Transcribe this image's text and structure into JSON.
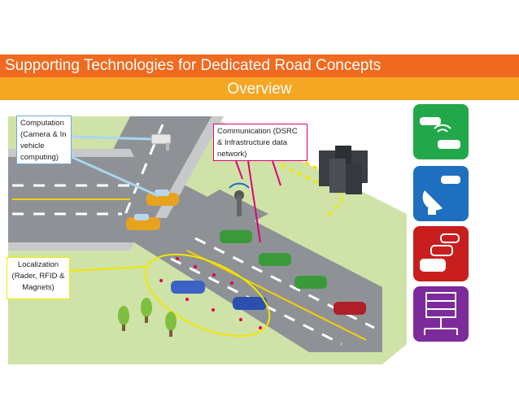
{
  "header": {
    "title": "Supporting Technologies for Dedicated Road Concepts",
    "subtitle": "Overview"
  },
  "callouts": {
    "computation": "Computation (Camera & In vehicle computing)",
    "communication": "Communication (DSRC & Infrastructure data network)",
    "localization": "Localization (Rader, RFID & Magnets)"
  },
  "icons": {
    "tiles": [
      {
        "name": "connected-cars-icon",
        "color": "#22a84a"
      },
      {
        "name": "satellite-dish-icon",
        "color": "#1f6fc0"
      },
      {
        "name": "traffic-cars-icon",
        "color": "#c81e1e"
      },
      {
        "name": "server-network-icon",
        "color": "#7d2a9a"
      }
    ]
  },
  "colors": {
    "title_bar": "#f06a1f",
    "subtitle_bar": "#f5a623",
    "computation_arrow": "#a9d6f0",
    "communication_arrow": "#e0007a",
    "localization_outline": "#f2e600"
  }
}
